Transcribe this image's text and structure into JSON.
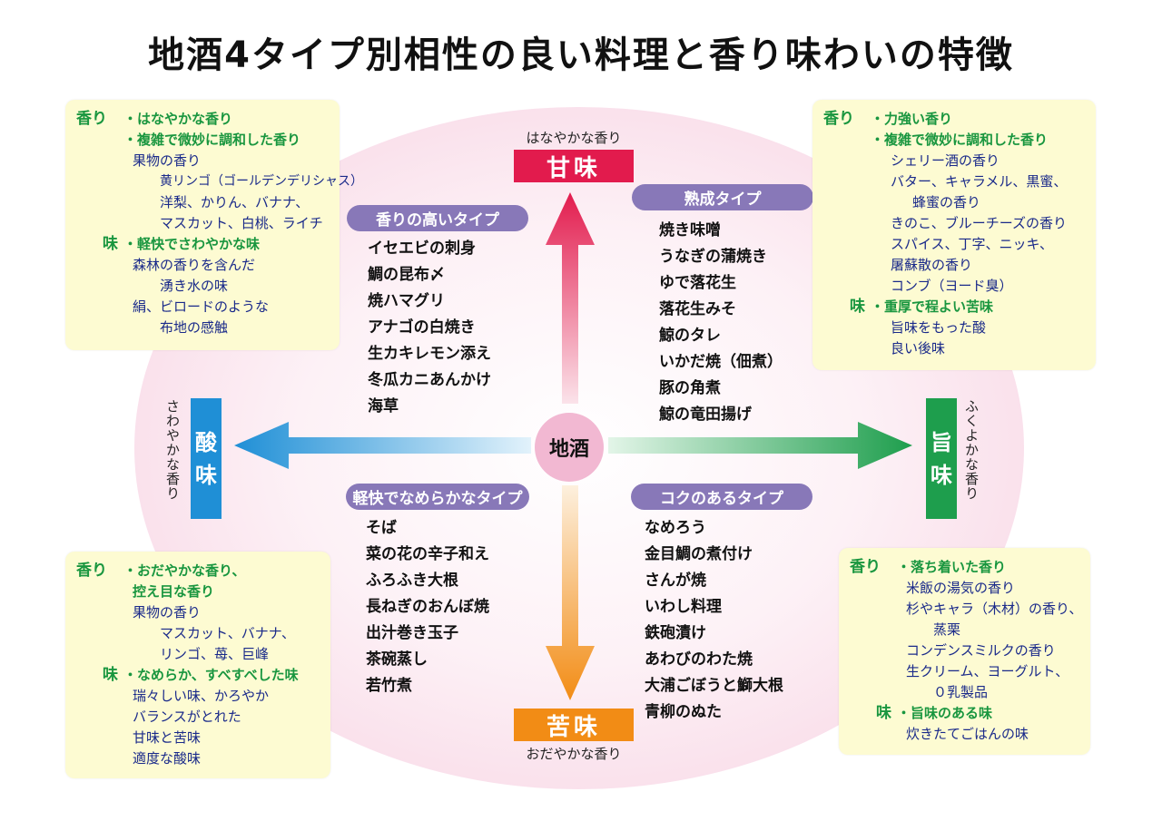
{
  "title": "地酒4タイプ別相性の良い料理と香り味わいの特徴",
  "center": "地酒",
  "axes": {
    "top": {
      "label": "甘味",
      "caption": "はなやかな香り",
      "color": "#e21b4d"
    },
    "bottom": {
      "label": "苦味",
      "caption": "おだやかな香り",
      "color": "#f28c15"
    },
    "left": {
      "label_1": "酸",
      "label_2": "味",
      "caption": "さわやかな香り",
      "color": "#1f8fd6"
    },
    "right": {
      "label_1": "旨",
      "label_2": "味",
      "caption": "ふくよかな香り",
      "color": "#1e9e4d"
    }
  },
  "types": {
    "aroma": {
      "name": "香りの高いタイプ",
      "dishes": [
        "イセエビの刺身",
        "鯛の昆布〆",
        "焼ハマグリ",
        "アナゴの白焼き",
        "生カキレモン添え",
        "冬瓜カニあんかけ",
        "海草"
      ]
    },
    "aged": {
      "name": "熟成タイプ",
      "dishes": [
        "焼き味噌",
        "うなぎの蒲焼き",
        "ゆで落花生",
        "落花生みそ",
        "鯨のタレ",
        "いかだ焼（佃煮）",
        "豚の角煮",
        "鯨の竜田揚げ"
      ]
    },
    "light": {
      "name": "軽快でなめらかなタイプ",
      "dishes": [
        "そば",
        "菜の花の辛子和え",
        "ふろふき大根",
        "長ねぎのおんぼ焼",
        "出汁巻き玉子",
        "茶碗蒸し",
        "若竹煮"
      ]
    },
    "rich": {
      "name": "コクのあるタイプ",
      "dishes": [
        "なめろう",
        "金目鯛の煮付け",
        "さんが焼",
        "いわし料理",
        "鉄砲漬け",
        "あわびのわた焼",
        "大浦ごぼうと鰤大根",
        "青柳のぬた"
      ]
    }
  },
  "notes": {
    "tl": {
      "aroma_label": "香り",
      "aroma_1": "・はなやかな香り",
      "aroma_2": "・複雑で微妙に調和した香り",
      "aroma_3": "果物の香り",
      "aroma_4": "黄リンゴ（ゴールデンデリシャス）",
      "aroma_5": "洋梨、かりん、バナナ、",
      "aroma_6": "マスカット、白桃、ライチ",
      "taste_label": "味",
      "taste_1": "・軽快でさわやかな味",
      "taste_2": "森林の香りを含んだ",
      "taste_3": "湧き水の味",
      "taste_4": "絹、ビロードのような",
      "taste_5": "布地の感触"
    },
    "tr": {
      "aroma_label": "香り",
      "aroma_1": "・力強い香り",
      "aroma_2": "・複雑で微妙に調和した香り",
      "aroma_3": "シェリー酒の香り",
      "aroma_4": "バター、キャラメル、黒蜜、",
      "aroma_5": "蜂蜜の香り",
      "aroma_6": "きのこ、ブルーチーズの香り",
      "aroma_7": "スパイス、丁字、ニッキ、",
      "aroma_8": "屠蘇散の香り",
      "aroma_9": "コンブ（ヨード臭）",
      "taste_label": "味",
      "taste_1": "・重厚で程よい苦味",
      "taste_2": "旨味をもった酸",
      "taste_3": "良い後味"
    },
    "bl": {
      "aroma_label": "香り",
      "aroma_1": "・おだやかな香り、",
      "aroma_2": "控え目な香り",
      "aroma_3": "果物の香り",
      "aroma_4": "マスカット、バナナ、",
      "aroma_5": "リンゴ、苺、巨峰",
      "taste_label": "味",
      "taste_1": "・なめらか、すべすべした味",
      "taste_2": "瑞々しい味、かろやか",
      "taste_3": "バランスがとれた",
      "taste_4": "甘味と苦味",
      "taste_5": "適度な酸味"
    },
    "br": {
      "aroma_label": "香り",
      "aroma_1": "・落ち着いた香り",
      "aroma_2": "米飯の湯気の香り",
      "aroma_3": "杉やキャラ（木材）の香り、",
      "aroma_4": "蒸栗",
      "aroma_5": "コンデンスミルクの香り",
      "aroma_6": "生クリーム、ヨーグルト、",
      "aroma_7": "０乳製品",
      "taste_label": "味",
      "taste_1": "・旨味のある味",
      "taste_2": "炊きたてごはんの味"
    }
  }
}
